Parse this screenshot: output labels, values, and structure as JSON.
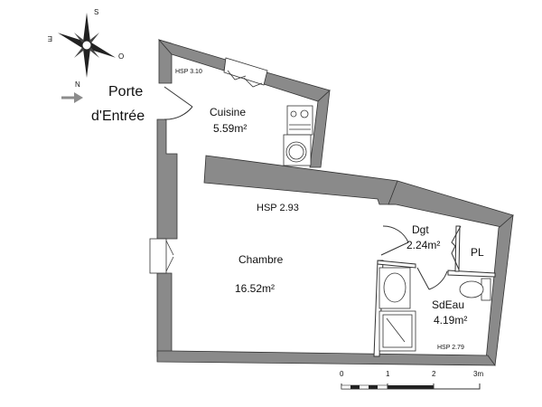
{
  "compass": {
    "north": "N",
    "south": "S",
    "east": "E",
    "west": "O"
  },
  "entrance": {
    "line1": "Porte",
    "line2": "d'Entrée",
    "arrow_color": "#8c8c8c"
  },
  "rooms": [
    {
      "name": "Cuisine",
      "area": "5.59m²"
    },
    {
      "name": "Chambre",
      "area": "16.52m²"
    },
    {
      "name": "Dgt",
      "area": "2.24m²"
    },
    {
      "name": "PL",
      "area": ""
    },
    {
      "name": "SdEau",
      "area": "4.19m²"
    }
  ],
  "ceiling_heights": {
    "kitchen": "HSP 3.10",
    "main": "HSP 2.93",
    "bathroom": "HSP 2.79"
  },
  "scale_bar": {
    "ticks": [
      "0",
      "1",
      "2",
      "3m"
    ]
  },
  "colors": {
    "wall": "#8a8a8a",
    "line": "#222222"
  }
}
